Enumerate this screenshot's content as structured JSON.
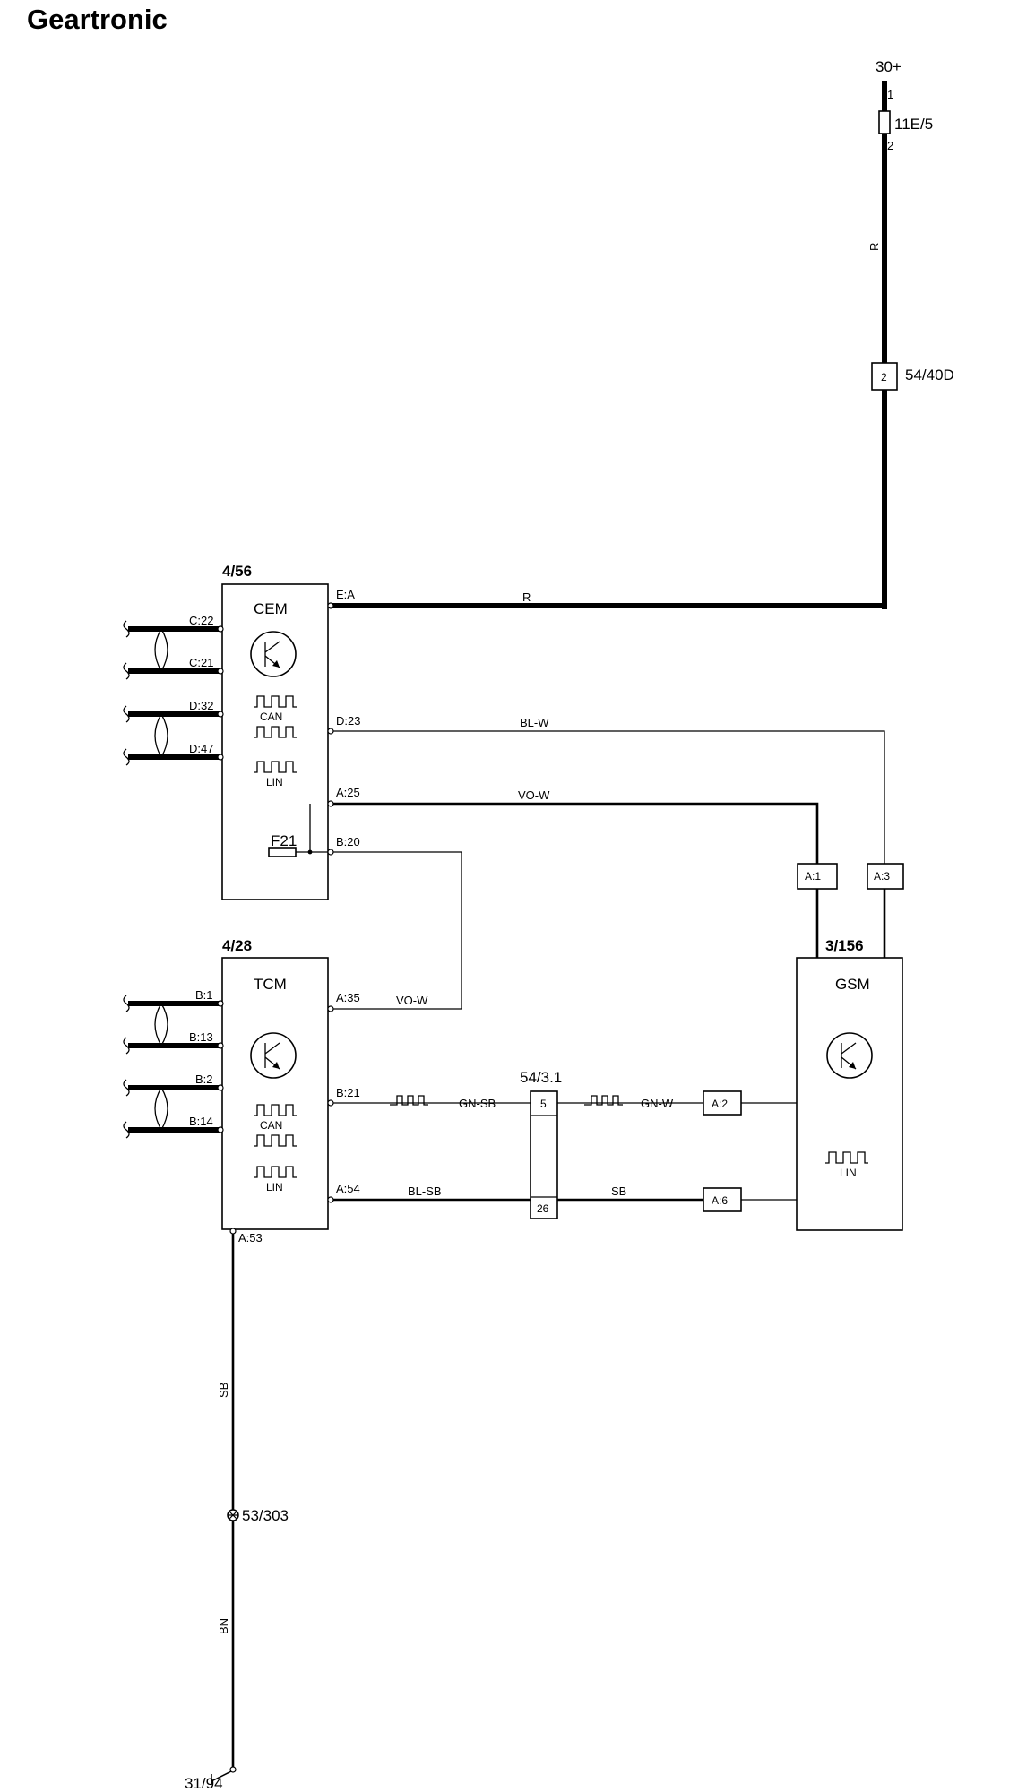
{
  "title": "Geartronic",
  "supply": {
    "label": "30+",
    "fuse_id": "11E/5",
    "fuse_pin_top": "1",
    "fuse_pin_bottom": "2",
    "wire_color": "R",
    "connector_pin": "2",
    "connector_id": "54/40D"
  },
  "cem": {
    "id": "4/56",
    "name": "CEM",
    "bus_pins": [
      "C:22",
      "C:21",
      "D:32",
      "D:47"
    ],
    "can_label": "CAN",
    "lin_label": "LIN",
    "fuse_label": "F21",
    "pins": {
      "power": "E:A",
      "bl_w": "D:23",
      "vo_w": "A:25",
      "fuse_out": "B:20"
    },
    "power_wire": "R"
  },
  "tcm": {
    "id": "4/28",
    "name": "TCM",
    "bus_pins": [
      "B:1",
      "B:13",
      "B:2",
      "B:14"
    ],
    "can_label": "CAN",
    "lin_label": "LIN",
    "pins": {
      "vo_w": "A:35",
      "can": "B:21",
      "bl_sb": "A:54",
      "ground": "A:53"
    },
    "vo_w_wire": "VO-W"
  },
  "gsm": {
    "id": "3/156",
    "name": "GSM",
    "lin_label": "LIN",
    "top_pins": [
      "A:1",
      "A:3"
    ],
    "side_pins": [
      "A:2",
      "A:6"
    ]
  },
  "wires": {
    "bl_w": "BL-W",
    "vo_w": "VO-W",
    "gn_sb": "GN-SB",
    "gn_w": "GN-W",
    "bl_sb": "BL-SB",
    "sb_right": "SB"
  },
  "junction": {
    "id": "54/3.1",
    "pin_top": "5",
    "pin_bottom": "26"
  },
  "ground": {
    "wire_upper": "SB",
    "splice_id": "53/303",
    "wire_lower": "BN",
    "point_id": "31/94"
  }
}
